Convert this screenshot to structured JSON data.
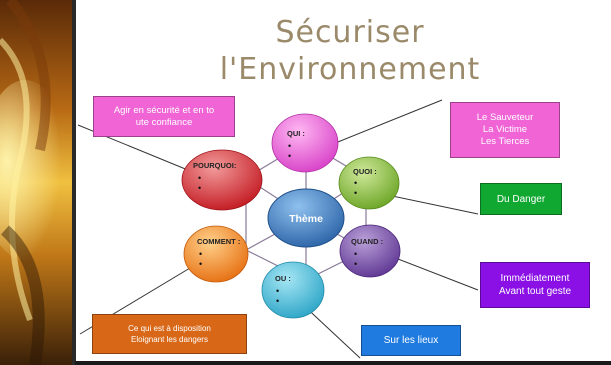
{
  "title": {
    "line1": "Sécuriser",
    "line2": "l'Environnement"
  },
  "center": {
    "label": "Thème"
  },
  "nodes": {
    "qui": {
      "label": "QUI :",
      "color": "#e04fd1"
    },
    "quoi": {
      "label": "QUOI :",
      "color": "#7ab32e"
    },
    "quand": {
      "label": "QUAND :",
      "color": "#6b3f9e"
    },
    "ou": {
      "label": "OU :",
      "color": "#33b0d0"
    },
    "comment": {
      "label": "COMMENT :",
      "color": "#ec7a1c"
    },
    "pourquoi": {
      "label": "POURQUOI:",
      "color": "#c9202a"
    },
    "bullet_glyph": "•"
  },
  "boxes": {
    "agir": {
      "text": "Agir en sécurité et en to\nute confiance",
      "color": "#f064d6"
    },
    "sauveteur": {
      "text": "Le Sauveteur\nLa Victime\nLes Tierces",
      "color": "#f064d6"
    },
    "danger": {
      "text": "Du Danger",
      "color": "#11a832"
    },
    "immediat": {
      "text": "Immédiatement\nAvant tout geste",
      "color": "#8a10e6"
    },
    "lieux": {
      "text": "Sur les lieux",
      "color": "#1f7be0"
    },
    "disposition": {
      "text": "Ce qui est à disposition\nEloignant les dangers",
      "color": "#d86818"
    }
  },
  "colors": {
    "title": "#9a8a6a",
    "hub": "#2f6fb0",
    "spoke": "#7a6a8a",
    "connector": "#3a3a3a"
  }
}
